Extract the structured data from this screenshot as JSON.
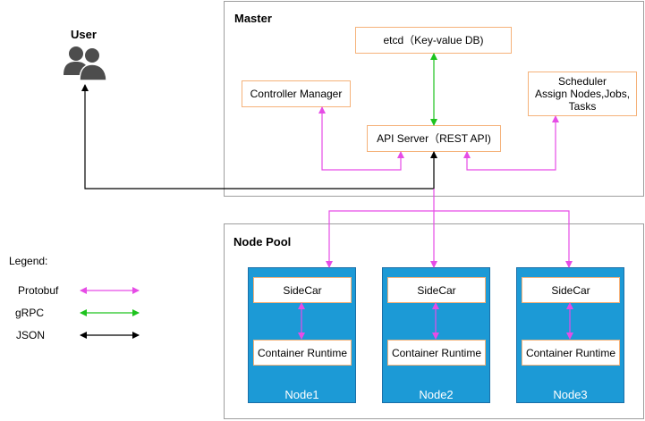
{
  "user": {
    "label": "User",
    "icon": "users-icon"
  },
  "master": {
    "title": "Master",
    "etcd": "etcd（Key-value DB)",
    "controller_manager": "Controller Manager",
    "scheduler": "Scheduler\nAssign Nodes,Jobs,\nTasks",
    "api_server": "API Server（REST API)"
  },
  "node_pool": {
    "title": "Node Pool",
    "nodes": [
      {
        "label": "Node1",
        "sidecar": "SideCar",
        "runtime": "Container Runtime"
      },
      {
        "label": "Node2",
        "sidecar": "SideCar",
        "runtime": "Container Runtime"
      },
      {
        "label": "Node3",
        "sidecar": "SideCar",
        "runtime": "Container Runtime"
      }
    ]
  },
  "legend": {
    "title": "Legend:",
    "items": [
      {
        "label": "Protobuf",
        "color": "#e64ce6"
      },
      {
        "label": "gRPC",
        "color": "#1ec31e"
      },
      {
        "label": "JSON",
        "color": "#000000"
      }
    ]
  }
}
